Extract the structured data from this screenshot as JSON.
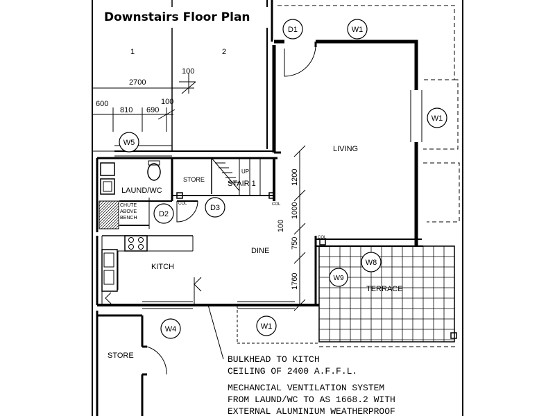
{
  "title": "Downstairs Floor Plan",
  "rooms": {
    "room_1": "1",
    "room_2": "2",
    "living": "LIVING",
    "laund_wc": "LAUND/WC",
    "store_upper": "STORE",
    "stair": "STAIR 1",
    "stair_up": "UP",
    "chute": [
      "CHUTE",
      "ABOVE",
      "BENCH"
    ],
    "dine": "DINE",
    "kitch": "KITCH",
    "terrace": "TERRACE",
    "store_lower": "STORE"
  },
  "tags": {
    "d1": "D1",
    "w1_top": "W1",
    "w1_right": "W1",
    "w5": "W5",
    "d2": "D2",
    "d3": "D3",
    "w8": "W8",
    "w9": "W9",
    "w4": "W4",
    "w1_bottom": "W1"
  },
  "dimensions": {
    "d2700": "2700",
    "d100a": "100",
    "d600": "600",
    "d810": "810",
    "d690": "690",
    "d100b": "100",
    "d1200": "1200",
    "d1000": "1000",
    "d100c": "100",
    "d750": "750",
    "d1760": "1760"
  },
  "markers": {
    "col1": "COL",
    "col2": "COL",
    "col3": "COL"
  },
  "notes": [
    "BULKHEAD TO KITCH",
    "CEILING OF 2400 A.F.F.L.",
    "MECHANCIAL VENTILATION SYSTEM",
    "FROM LAUND/WC TO AS 1668.2 WITH",
    "EXTERNAL ALUMINIUM WEATHERPROOF"
  ]
}
